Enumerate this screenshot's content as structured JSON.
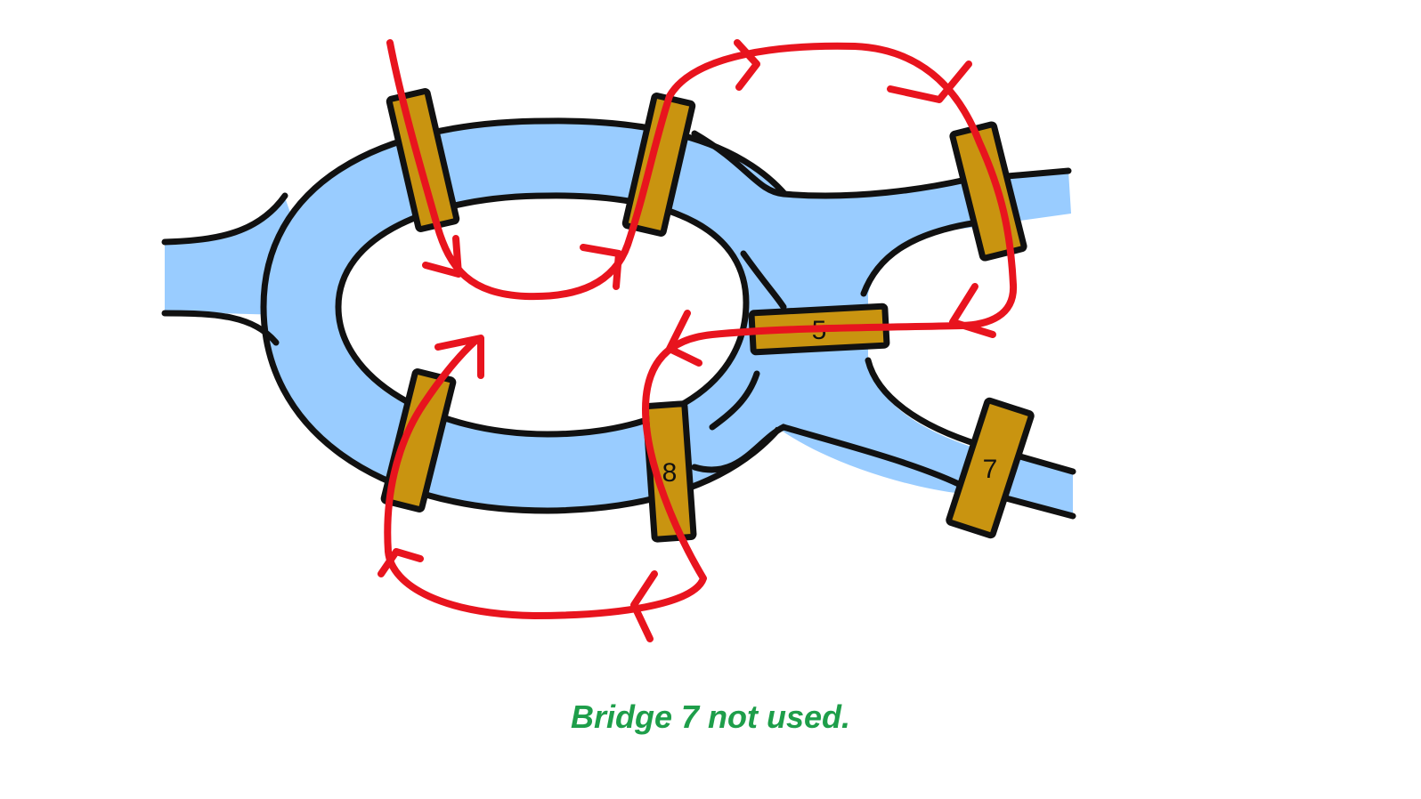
{
  "diagram": {
    "caption": "Bridge 7 not used.",
    "bridge_labels": {
      "bridge_5": "5",
      "bridge_8": "8",
      "bridge_7": "7"
    },
    "colors": {
      "river": "#99ccff",
      "outline": "#111111",
      "bridge": "#c99410",
      "path": "#e8141e",
      "caption": "#1e9e4a"
    }
  }
}
